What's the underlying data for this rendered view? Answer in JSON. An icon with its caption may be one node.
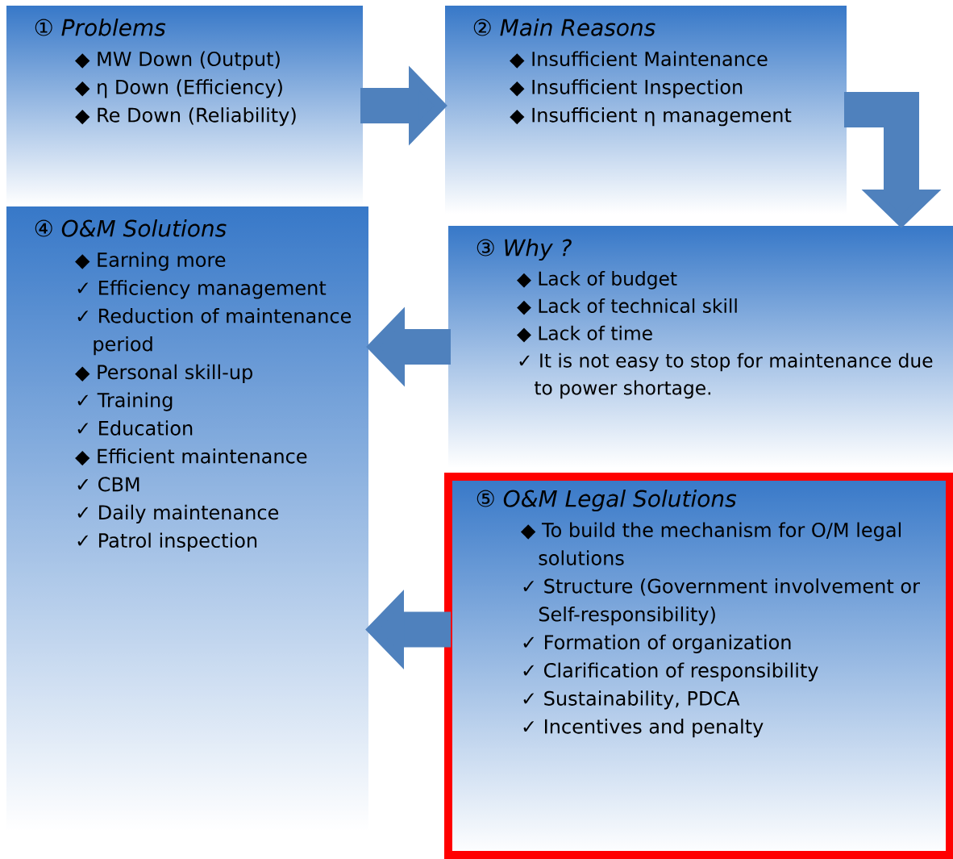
{
  "diagram": {
    "nodes": [
      {
        "text": [
          "① Problems",
          "◆ MW Down (Output)",
          "◆ η Down (Efficiency)",
          "◆ Re Down (Reliability)"
        ]
      },
      {
        "text": [
          "② Main Reasons",
          "◆ Insufficient Maintenance",
          "◆ Insufficient Inspection",
          "◆ Insufficient η management"
        ]
      },
      {
        "text": [
          "③ Why ?",
          "◆ Lack of budget",
          "◆ Lack of technical skill",
          "◆ Lack of time",
          "✓ It is not easy to stop for maintenance due to power shortage."
        ]
      },
      {
        "text": [
          "④ O&M Solutions",
          "◆ Earning more",
          "✓ Efficiency management",
          "✓ Reduction of maintenance period",
          "◆ Personal skill-up",
          "✓ Training",
          "✓ Education",
          "◆ Efficient maintenance",
          "✓ CBM",
          "✓ Daily maintenance",
          "✓ Patrol inspection"
        ]
      },
      {
        "text": [
          "⑤ O&M Legal Solutions",
          "◆ To build the mechanism for O/M legal solutions",
          "✓ Structure (Government involvement or Self-responsibility)",
          "✓ Formation of organization",
          "✓ Clarification of responsibility",
          "✓ Sustainability, PDCA",
          "✓ Incentives and penalty"
        ]
      }
    ],
    "edges": [
      {
        "from": 0,
        "to": 1,
        "arrow": "to"
      },
      {
        "from": 1,
        "to": 2,
        "arrow": "to"
      },
      {
        "from": 2,
        "to": 3,
        "arrow": "to"
      },
      {
        "from": 4,
        "to": 3,
        "arrow": "to"
      }
    ]
  }
}
